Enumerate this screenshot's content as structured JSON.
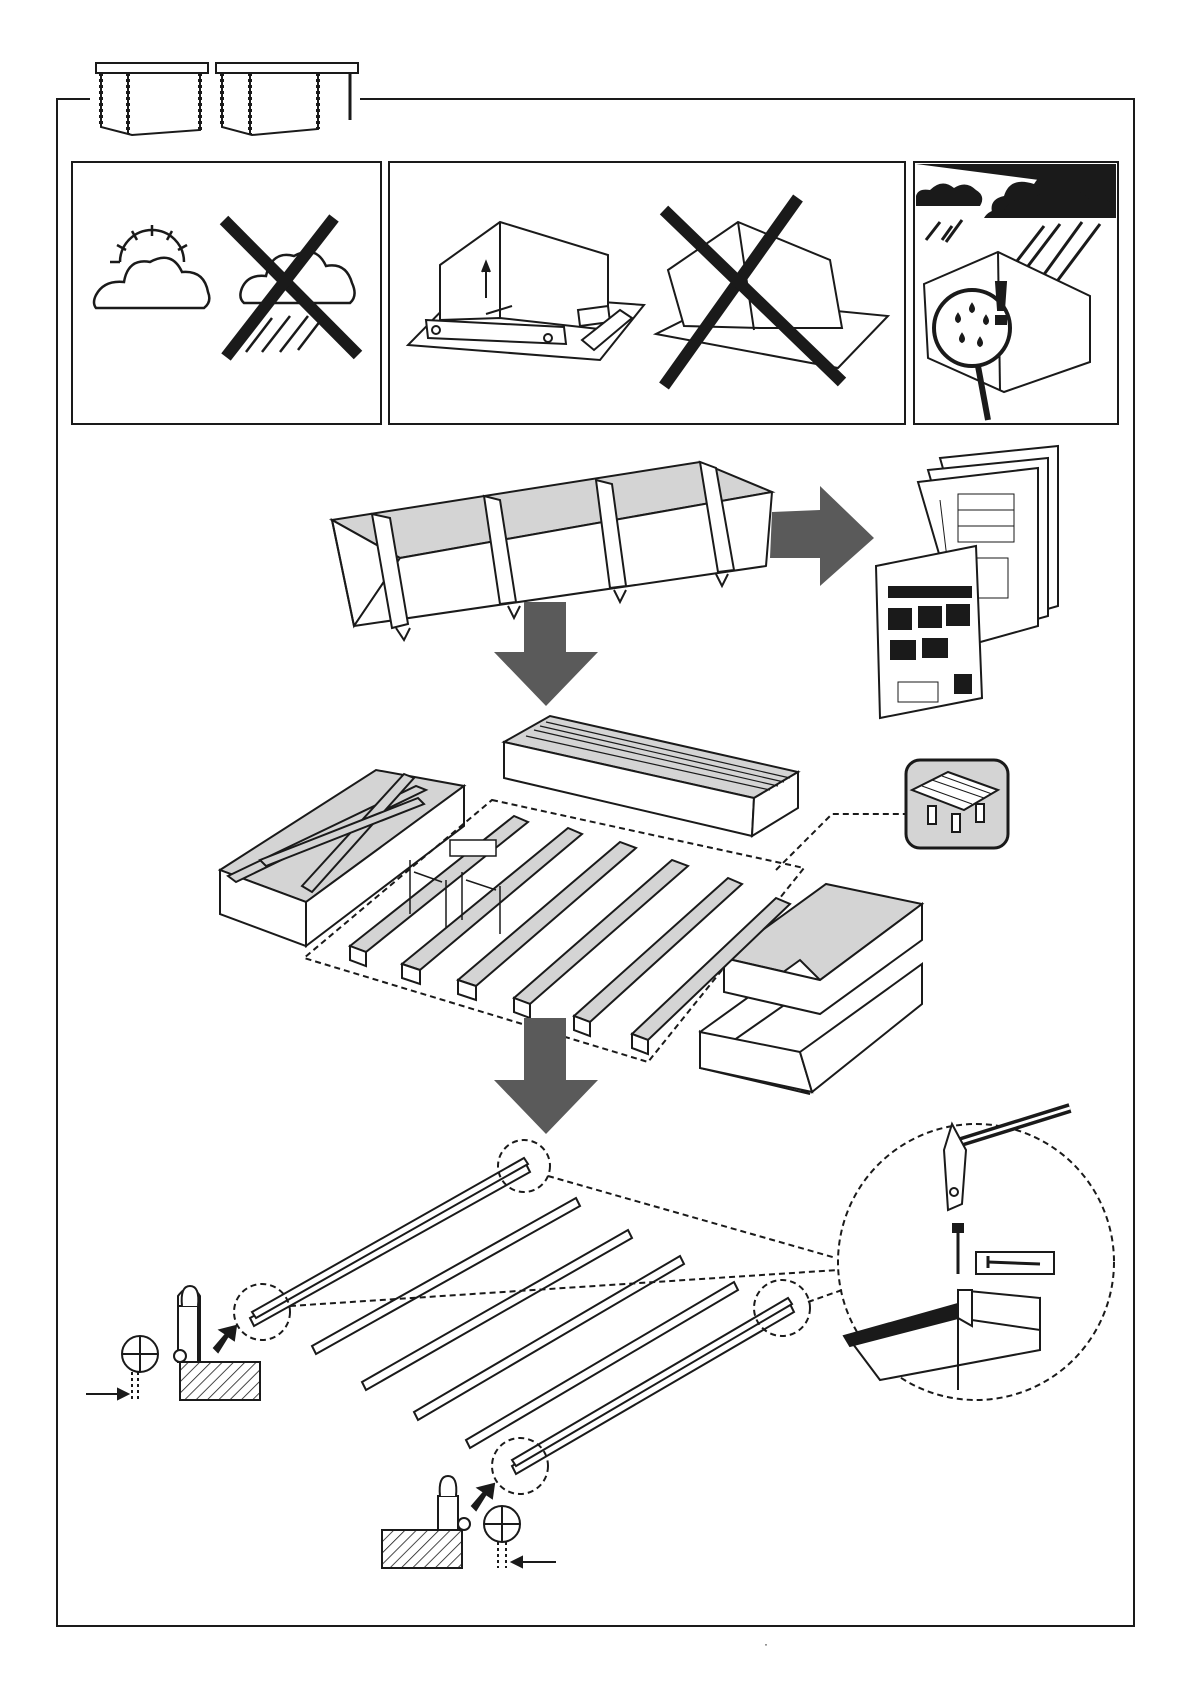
{
  "document": {
    "type": "assembly-instruction-page",
    "header_icons": [
      "garden-house-icon",
      "garden-house-with-canopy-icon"
    ],
    "panels": [
      {
        "name": "weather-panel",
        "icons": [
          "sun-cloud-icon",
          "rain-cloud-crossed-icon"
        ]
      },
      {
        "name": "level-foundation-panel",
        "icons": [
          "level-house-icon",
          "tilted-house-crossed-icon"
        ]
      },
      {
        "name": "rain-protection-panel",
        "icons": [
          "rain-clouds-icon",
          "magnifier-drops-icon"
        ]
      }
    ],
    "steps": [
      {
        "name": "unpack-step",
        "icons": [
          "package-icon",
          "manual-pages-icon"
        ]
      },
      {
        "name": "sort-parts-step",
        "icons": [
          "part-stacks-icon",
          "floor-beams-icon",
          "pallet-icon"
        ]
      },
      {
        "name": "nail-floor-beams-step",
        "icons": [
          "floor-beams-icon",
          "hammer-icon",
          "nail-icon",
          "detail-circle-icon"
        ]
      }
    ],
    "footer_mark": "·"
  },
  "colors": {
    "ink": "#1a1a1a",
    "arrow_gray": "#5a5a5a",
    "part_gray": "#d4d4d4",
    "paper": "#ffffff"
  }
}
